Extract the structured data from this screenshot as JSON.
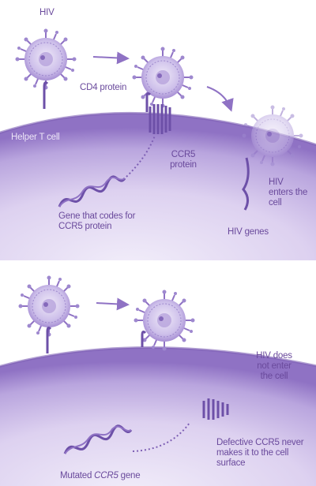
{
  "colors": {
    "text": "#6a4a9c",
    "label_on_cell": "#ece4f7",
    "cell_top": "#8f72c4",
    "cell_mid": "#c8b8e6",
    "cell_inner": "#e8e1f5",
    "virus": "#b6a3dc",
    "virus_dark": "#7d5fb4",
    "background": "#ffffff"
  },
  "icons": [
    "hiv-virus",
    "cd4-receptor",
    "ccr5-receptor",
    "dna-gene",
    "arrow-right"
  ],
  "top_panel": {
    "virus_label": "HIV",
    "cd4_label": "CD4 protein",
    "cell_label": "Helper T cell",
    "ccr5_label": "CCR5 protein",
    "gene_label": "Gene that codes for CCR5 protein",
    "enters_label": "HIV enters the cell",
    "hiv_genes_label": "HIV genes"
  },
  "bottom_panel": {
    "not_enter_label": "HIV does not enter the cell",
    "defective_label": "Defective CCR5 never makes it to the cell surface",
    "mutated_label_prefix": "Mutated ",
    "mutated_label_gene": "CCR5",
    "mutated_label_suffix": " gene"
  }
}
